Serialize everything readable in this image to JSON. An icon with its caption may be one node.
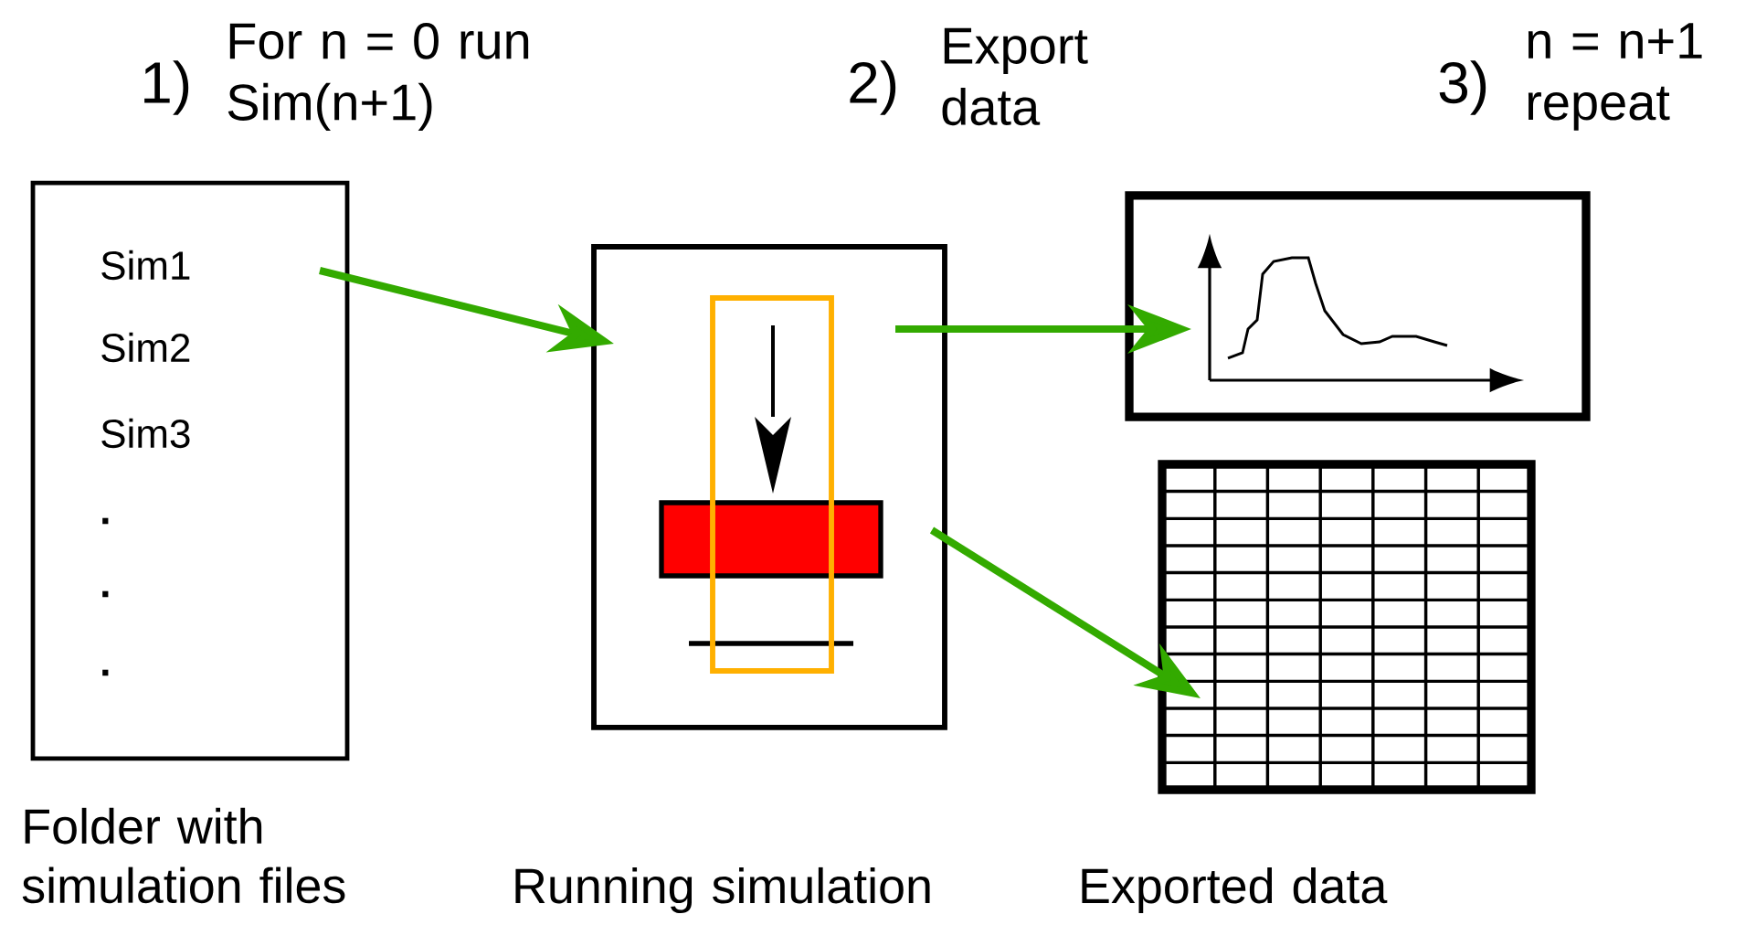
{
  "diagram": {
    "nodes": [
      {
        "text": [
          "Sim1",
          "Sim2",
          "Sim3",
          ".",
          ".",
          "."
        ],
        "beside": [
          "Folder with simulation files"
        ]
      },
      {
        "text": [],
        "shape": "box",
        "beside": [
          "Running simulation"
        ]
      },
      {
        "text": [],
        "shape": "picture"
      },
      {
        "text": [],
        "shape": "picture",
        "beside": [
          "Exported data"
        ]
      }
    ],
    "edges": [
      {
        "from": 0,
        "to": 1,
        "arrow": "to"
      },
      {
        "from": 1,
        "to": 2,
        "arrow": "to"
      },
      {
        "from": 1,
        "to": 3,
        "arrow": "to"
      }
    ],
    "labels": [
      "1)",
      "For n = 0 run Sim(n+1)",
      "2)",
      "Export data",
      "3)",
      "n = n+1 repeat"
    ]
  }
}
